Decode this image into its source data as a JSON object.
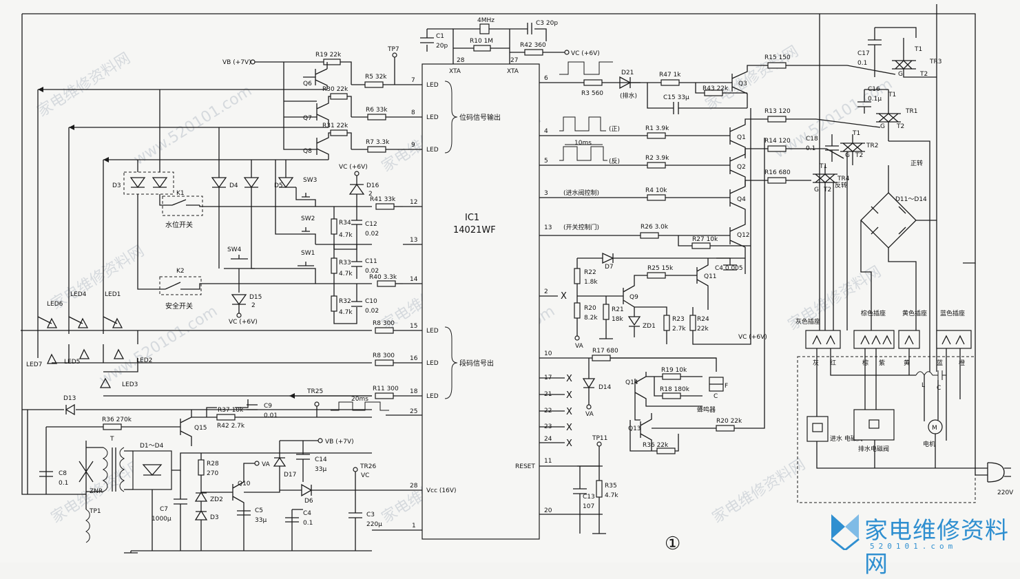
{
  "ic": {
    "name": "IC1",
    "part": "14021WF"
  },
  "ic_pins_left": [
    {
      "num": "7",
      "fn": "LED"
    },
    {
      "num": "8",
      "fn": "LED"
    },
    {
      "num": "9",
      "fn": "LED"
    },
    {
      "num": "12",
      "fn": ""
    },
    {
      "num": "13",
      "fn": ""
    },
    {
      "num": "14",
      "fn": ""
    },
    {
      "num": "15",
      "fn": "LED"
    },
    {
      "num": "16",
      "fn": "LED"
    },
    {
      "num": "18",
      "fn": "LED"
    },
    {
      "num": "25",
      "fn": ""
    },
    {
      "num": "28",
      "fn": "Vcc (16V)"
    },
    {
      "num": "1",
      "fn": ""
    }
  ],
  "ic_pins_right": [
    {
      "num": "6"
    },
    {
      "num": "4"
    },
    {
      "num": "5"
    },
    {
      "num": "3"
    },
    {
      "num": "13"
    },
    {
      "num": "2"
    },
    {
      "num": "10"
    },
    {
      "num": "17"
    },
    {
      "num": "21"
    },
    {
      "num": "22"
    },
    {
      "num": "23"
    },
    {
      "num": "24"
    },
    {
      "num": "11",
      "fn": "RESET"
    },
    {
      "num": "20"
    }
  ],
  "ic_top": {
    "p28": "28",
    "p27": "27",
    "xta1": "XTA",
    "xta2": "XTA"
  },
  "crystal": {
    "freq": "4MHz",
    "c1": "C1",
    "c1v": "20p",
    "c3": "C3  20p",
    "r10": "R10  1M",
    "r42": "R42  360",
    "vc": "VC (+6V)"
  },
  "groups": {
    "pos": "位码信号输出",
    "seg": "段码信号出"
  },
  "top_left": {
    "vb": "VB (+7V)",
    "tp7": "TP7",
    "r19": "R19  22k",
    "r30": "R30  22k",
    "r31": "R31  22k",
    "r5": "R5  32k",
    "r6": "R6  33k",
    "r7": "R7  3.3k",
    "q6": "Q6",
    "q7": "Q7",
    "q8": "Q8"
  },
  "switches": {
    "d3": "D3",
    "d4": "D4",
    "d5": "D5",
    "k1": "K1",
    "k1lbl": "水位开关",
    "k2": "K2",
    "k2lbl": "安全开关",
    "sw1": "SW1",
    "sw2": "SW2",
    "sw3": "SW3",
    "sw4": "SW4",
    "d15": "D15",
    "d15v": "2",
    "d16": "D16",
    "d16v": "2",
    "vc1": "VC (+6V)",
    "vc2": "VC (+6V)",
    "r41": "R41  33k",
    "r34": "R34",
    "r34v": "4.7k",
    "c12": "C12",
    "c12v": "0.02",
    "r33": "R33",
    "r33v": "4.7k",
    "c11": "C11",
    "c11v": "0.02",
    "r40": "R40  3.3k",
    "r32": "R32",
    "r32v": "4.7k",
    "c10": "C10",
    "c10v": "0.02"
  },
  "leds": [
    "LED6",
    "LED4",
    "LED1",
    "LED7",
    "LED5",
    "LED2",
    "LED3"
  ],
  "seg_res": {
    "r8a": "R8  300",
    "r8b": "R8  300",
    "r11": "R11  300",
    "tr25": "TR25",
    "t20": "20ms"
  },
  "power": {
    "d13": "D13",
    "r36": "R36  270k",
    "r37": "R37  10k",
    "c9": "C9",
    "c9v": "0.01",
    "r42b": "R42  2.7k",
    "q15": "Q15",
    "c8": "C8",
    "c8v": "0.1",
    "znr": "ZNR",
    "tp1": "TP1",
    "t": "T",
    "bridge": "D1～D4",
    "c7": "C7",
    "c7v": "1000μ",
    "r28": "R28",
    "r28v": "270",
    "zd2": "ZD2",
    "d3b": "D3",
    "q10": "Q10",
    "va": "VA",
    "d17": "D17",
    "c14": "C14",
    "c14v": "33μ",
    "vb2": "VB (+7V)",
    "c5": "C5",
    "c5v": "33μ",
    "d6": "D6",
    "c4": "C4",
    "c4v": "0.1",
    "c3b": "C3",
    "c3v": "220μ",
    "tr26": "TR26",
    "vc3": "VC"
  },
  "right": {
    "p6lbl": "(排水)",
    "d21": "D21",
    "r3": "R3  560",
    "r47": "R47  1k",
    "c15": "C15  33μ",
    "r43": "R43  22k",
    "q3": "Q3",
    "p4lbl": "(正)",
    "r1": "R1  3.9k",
    "q1": "Q1",
    "t10": "10ms",
    "p5lbl": "(反)",
    "r2": "R2  3.9k",
    "q2": "Q2",
    "p3lbl": "(进水阀控制)",
    "r4": "R4  10k",
    "q4": "Q4",
    "p13lbl": "(开关控制门)",
    "r26": "R26  3.0k",
    "r27": "R27  10k",
    "q12": "Q12",
    "d7": "D7",
    "r22": "R22",
    "r22v": "1.8k",
    "r25": "R25  15k",
    "q11": "Q11",
    "c4r": "C4  0.005",
    "q9": "Q9",
    "r20": "R20",
    "r20v": "8.2k",
    "r21": "R21",
    "r21v": "18k",
    "zd1": "ZD1",
    "r23": "R23",
    "r23v": "2.7k",
    "r24": "R24",
    "r24v": "22k",
    "va2": "VA",
    "vc4": "VC (+6V)",
    "r17": "R17  680",
    "d14": "D14",
    "va3": "VA",
    "q14": "Q14",
    "r19b": "R19  10k",
    "r18": "R18  180k",
    "buzzer": "蜂鸣器",
    "bz": "F",
    "bzc": "C",
    "q13": "Q13",
    "r36b": "R36  22k",
    "r20b": "R20  22k",
    "tp11": "TP11",
    "c13": "C13",
    "c13v": "107",
    "r35": "R35",
    "r35v": "4.7k",
    "x": "X"
  },
  "triacs": {
    "r15": "R15  150",
    "r13": "R13  120",
    "r14": "R14  120",
    "r16": "R16  680",
    "c17": "C17",
    "c17v": "0.1",
    "c16": "C16",
    "c16v": "0.1μ",
    "c18": "C18",
    "c18v": "0.1",
    "tr3": "TR3",
    "tr1": "TR1",
    "tr2": "TR2",
    "tr4": "TR4",
    "t1": "T1",
    "t2": "T2",
    "g": "G",
    "zheng": "正转",
    "fan": "反转",
    "bridge2": "D11～D14"
  },
  "sockets": {
    "gray": "灰色插座",
    "brown": "棕色插座",
    "yellow": "黄色插座",
    "blue": "蓝色插座",
    "hui": "灰",
    "hong": "红",
    "zong": "棕",
    "zi": "紫",
    "huang": "黄",
    "lan": "蓝",
    "cheng": "橙",
    "l": "L",
    "c": "C",
    "inlet": "进水\n电磁阀",
    "drain": "排水电磁阀",
    "motor": "电机",
    "m": "M",
    "v220": "220V"
  },
  "figure_number": "①",
  "watermarks": [
    "家电维修资料网",
    "www.520101.com"
  ],
  "brand": {
    "name": "家电维修资料网",
    "url": "520101.com"
  }
}
